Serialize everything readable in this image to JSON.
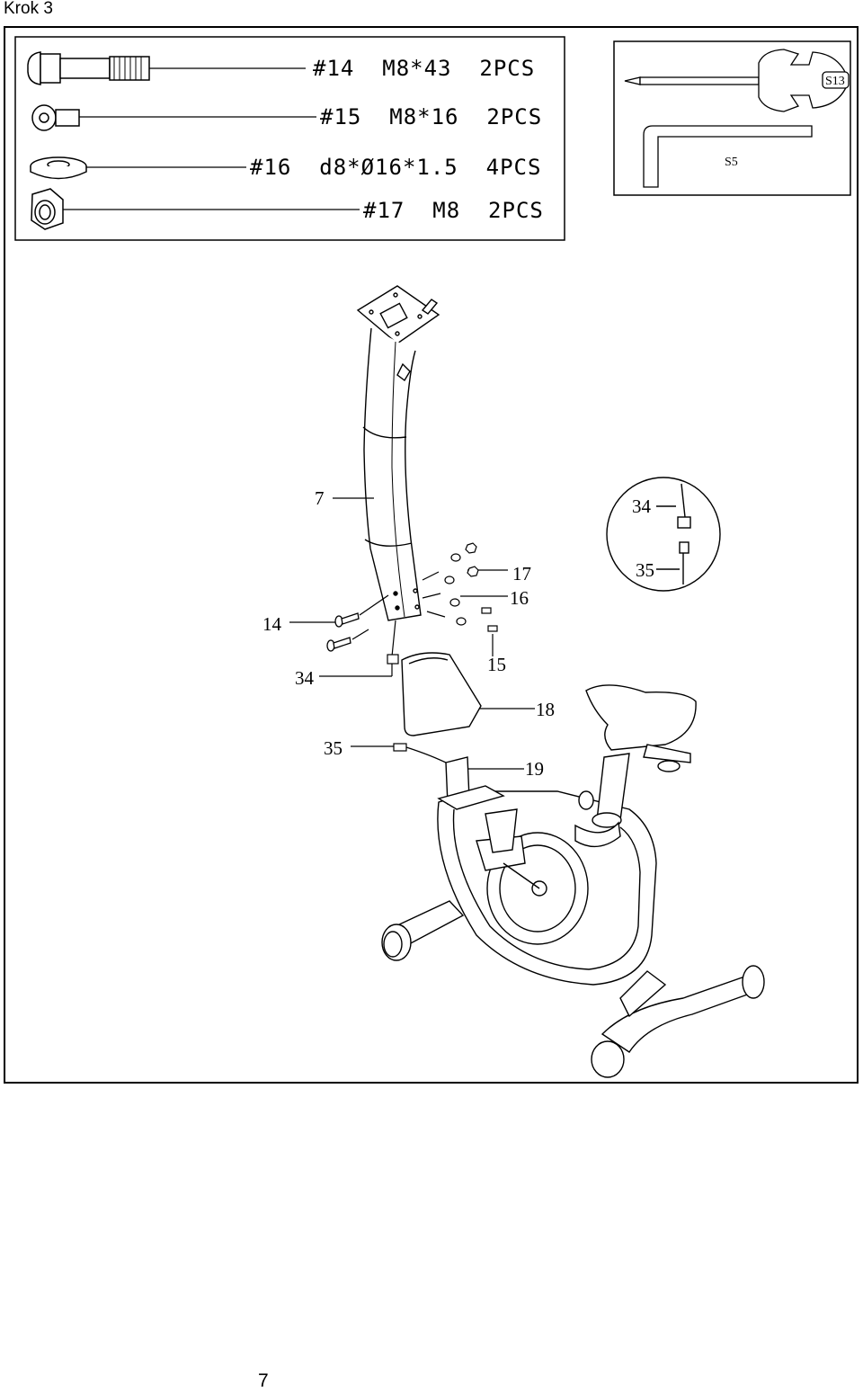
{
  "page": {
    "heading": "Krok 3",
    "page_number": "7"
  },
  "hardware": [
    {
      "label": "#14  M8*43  2PCS"
    },
    {
      "label": "#15  M8*16  2PCS"
    },
    {
      "label": "#16  d8*Ø16*1.5  4PCS"
    },
    {
      "label": "#17  M8  2PCS"
    }
  ],
  "tools": {
    "wrench_label": "S13",
    "allen_key_label": "S5"
  },
  "callouts": {
    "part_7": "7",
    "part_14": "14",
    "part_15": "15",
    "part_16": "16",
    "part_17": "17",
    "part_18": "18",
    "part_19": "19",
    "part_34": "34",
    "part_35": "35",
    "detail_34": "34",
    "detail_35": "35"
  }
}
